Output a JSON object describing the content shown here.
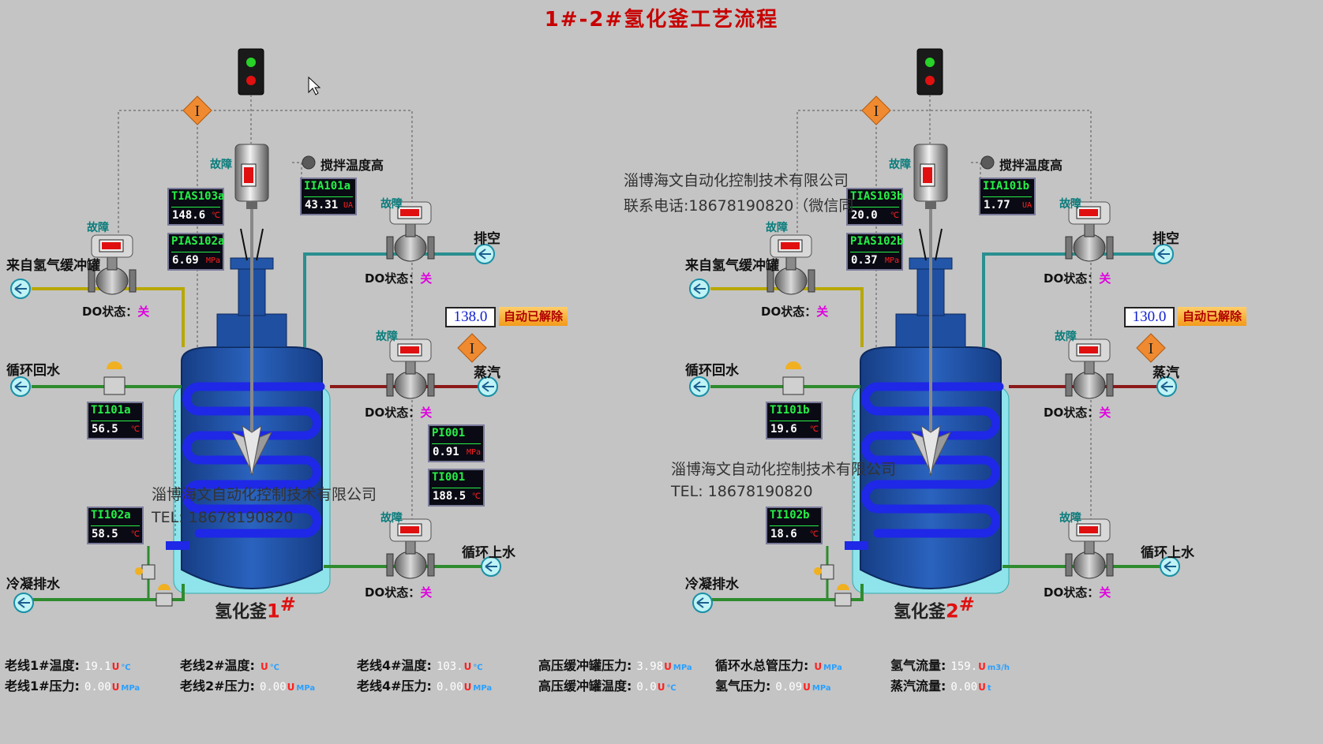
{
  "title": "1#-2#氢化釜工艺流程",
  "reactors": [
    {
      "name": "氢化釜",
      "number": "1",
      "stirrer_alarm": "搅拌温度高",
      "fault_label": "故障",
      "instruments": {
        "tias103": {
          "tag": "TIAS103a",
          "value": "148.6",
          "unit": "℃"
        },
        "pias102": {
          "tag": "PIAS102a",
          "value": "6.69",
          "unit": "MPa"
        },
        "iia101": {
          "tag": "IIA101a",
          "value": "43.31",
          "unit": "UA"
        },
        "ti101": {
          "tag": "TI101a",
          "value": "56.5",
          "unit": "℃"
        },
        "ti102": {
          "tag": "TI102a",
          "value": "58.5",
          "unit": "℃"
        },
        "pi001": {
          "tag": "PI001",
          "value": "0.91",
          "unit": "MPa"
        },
        "ti001": {
          "tag": "TI001",
          "value": "188.5",
          "unit": "℃"
        }
      },
      "setpoint": "138.0",
      "interlock_text": "自动已解除",
      "labels": {
        "h2_in": "来自氢气缓冲罐",
        "return_water": "循环回水",
        "condensate": "冷凝排水",
        "vent": "排空",
        "steam": "蒸汽",
        "supply_water": "循环上水"
      },
      "do_label": "DO状态：",
      "do_value": "关",
      "watermark": {
        "company": "淄博海文自动化控制技术有限公司",
        "phone": "TEL:  18678190820"
      }
    },
    {
      "name": "氢化釜",
      "number": "2",
      "stirrer_alarm": "搅拌温度高",
      "fault_label": "故障",
      "instruments": {
        "tias103": {
          "tag": "TIAS103b",
          "value": "20.0",
          "unit": "℃"
        },
        "pias102": {
          "tag": "PIAS102b",
          "value": "0.37",
          "unit": "MPa"
        },
        "iia101": {
          "tag": "IIA101b",
          "value": "1.77",
          "unit": "UA"
        },
        "ti101": {
          "tag": "TI101b",
          "value": "19.6",
          "unit": "℃"
        },
        "ti102": {
          "tag": "TI102b",
          "value": "18.6",
          "unit": "℃"
        }
      },
      "setpoint": "130.0",
      "interlock_text": "自动已解除",
      "labels": {
        "h2_in": "来自氢气缓冲罐",
        "return_water": "循环回水",
        "condensate": "冷凝排水",
        "vent": "排空",
        "steam": "蒸汽",
        "supply_water": "循环上水"
      },
      "do_label": "DO状态：",
      "do_value": "关",
      "watermark": {
        "company": "淄博海文自动化控制技术有限公司",
        "phone": "TEL:  18678190820"
      }
    }
  ],
  "top_watermark": {
    "company": "淄博海文自动化控制技术有限公司",
    "phone": "联系电话:18678190820（微信同"
  },
  "interlock_symbol": "I",
  "status_bar": [
    {
      "label": "老线1#温度:",
      "value": "19.1",
      "unit": "℃"
    },
    {
      "label": "老线1#压力:",
      "value": "0.00",
      "unit": "MPa"
    },
    {
      "label": "老线2#温度:",
      "value": "",
      "unit": "℃"
    },
    {
      "label": "老线2#压力:",
      "value": "0.00",
      "unit": "MPa"
    },
    {
      "label": "老线4#温度:",
      "value": "103.",
      "unit": "℃"
    },
    {
      "label": "老线4#压力:",
      "value": "0.00",
      "unit": "MPa"
    },
    {
      "label": "高压缓冲罐压力:",
      "value": "3.98",
      "unit": "MPa"
    },
    {
      "label": "高压缓冲罐温度:",
      "value": "0.0",
      "unit": "℃"
    },
    {
      "label": "循环水总管压力:",
      "value": "",
      "unit": "MPa"
    },
    {
      "label": "氢气压力:",
      "value": "0.09",
      "unit": "MPa"
    },
    {
      "label": "氢气流量:",
      "value": "159.",
      "unit": "m3/h"
    },
    {
      "label": "蒸汽流量:",
      "value": "0.00",
      "unit": "t"
    }
  ],
  "colors": {
    "background": "#c4c4c4",
    "vessel_blue": "#1f4fa0",
    "coil_blue": "#1e28e6",
    "jacket": "#8fe3ea",
    "pipe_green": "#2e8b2e",
    "pipe_red": "#8b1a1a",
    "pipe_yellow": "#b8a800",
    "pipe_teal": "#2a8f8f",
    "title_red": "#c80000",
    "alarm_orange": "#f08a30"
  }
}
